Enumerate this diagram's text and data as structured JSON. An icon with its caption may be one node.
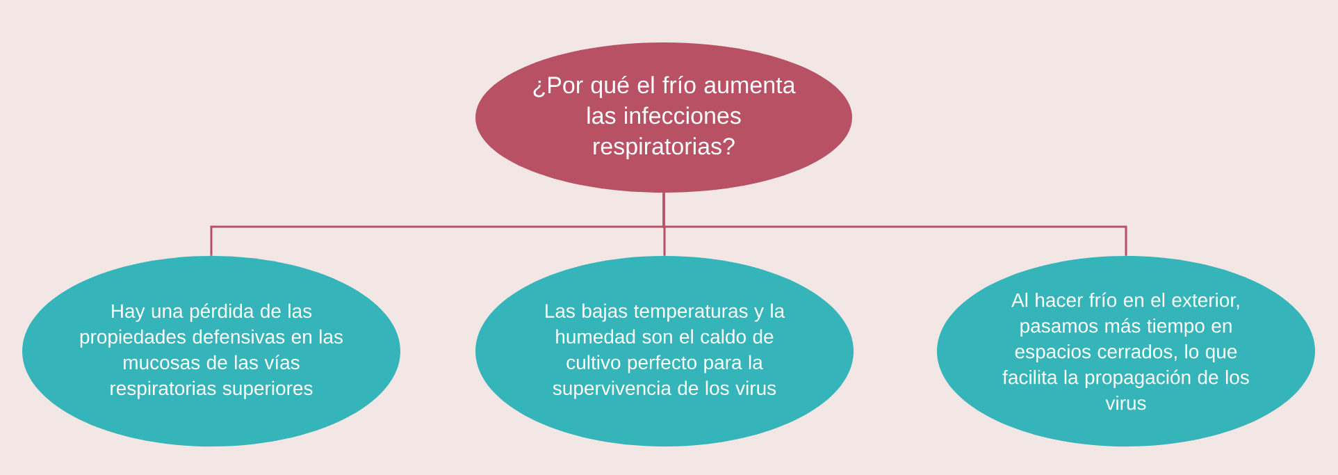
{
  "diagram": {
    "nodes": [
      {
        "text": [
          "¿Por qué el frío aumenta las infecciones respiratorias?"
        ]
      },
      {
        "text": [
          "Hay una pérdida de las propiedades defensivas en las mucosas de las vías respiratorias superiores"
        ]
      },
      {
        "text": [
          "Las bajas temperaturas y la humedad son el caldo de cultivo perfecto para la supervivencia de los virus"
        ]
      },
      {
        "text": [
          "Al hacer frío en el exterior, pasamos más tiempo en espacios cerrados, lo que facilita la propagación de los virus"
        ]
      }
    ],
    "edges": [
      {
        "from": 0,
        "to": 1,
        "arrow": "none"
      },
      {
        "from": 0,
        "to": 2,
        "arrow": "none"
      },
      {
        "from": 0,
        "to": 3,
        "arrow": "none"
      }
    ]
  }
}
